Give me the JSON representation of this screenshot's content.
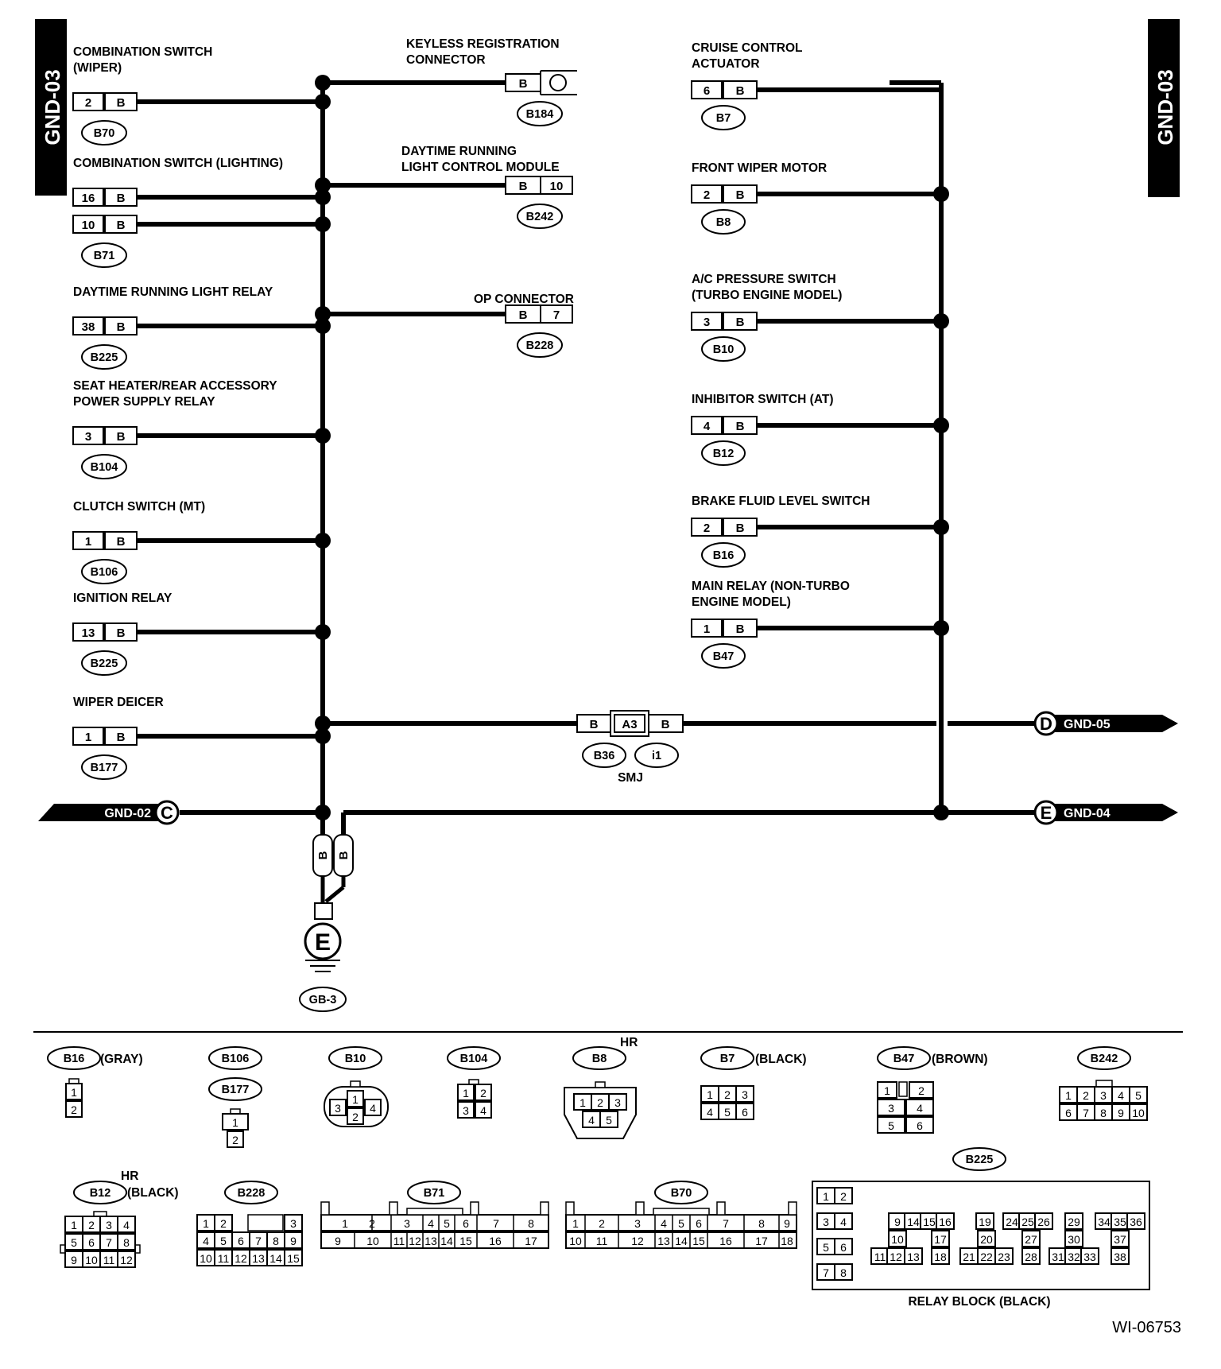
{
  "page": {
    "tab_label": "GND-03",
    "ref_code": "WI-06753"
  },
  "colors": {
    "ink": "#000000",
    "paper": "#ffffff"
  },
  "left_components": [
    {
      "label": [
        "COMBINATION SWITCH",
        "(WIPER)"
      ],
      "pins": [
        {
          "pin": "2",
          "wire": "B"
        }
      ],
      "connector": "B70"
    },
    {
      "label": [
        "COMBINATION SWITCH (LIGHTING)"
      ],
      "pins": [
        {
          "pin": "16",
          "wire": "B"
        },
        {
          "pin": "10",
          "wire": "B"
        }
      ],
      "connector": "B71"
    },
    {
      "label": [
        "DAYTIME RUNNING LIGHT RELAY"
      ],
      "pins": [
        {
          "pin": "38",
          "wire": "B"
        }
      ],
      "connector": "B225"
    },
    {
      "label": [
        "SEAT HEATER/REAR ACCESSORY",
        "POWER SUPPLY RELAY"
      ],
      "pins": [
        {
          "pin": "3",
          "wire": "B"
        }
      ],
      "connector": "B104"
    },
    {
      "label": [
        "CLUTCH SWITCH (MT)"
      ],
      "pins": [
        {
          "pin": "1",
          "wire": "B"
        }
      ],
      "connector": "B106"
    },
    {
      "label": [
        "IGNITION RELAY"
      ],
      "pins": [
        {
          "pin": "13",
          "wire": "B"
        }
      ],
      "connector": "B225"
    },
    {
      "label": [
        "WIPER DEICER"
      ],
      "pins": [
        {
          "pin": "1",
          "wire": "B"
        }
      ],
      "connector": "B177"
    }
  ],
  "mid_components": [
    {
      "label": [
        "KEYLESS REGISTRATION",
        "CONNECTOR"
      ],
      "wire": "B",
      "pin": "",
      "connector": "B184"
    },
    {
      "label": [
        "DAYTIME RUNNING",
        "LIGHT CONTROL MODULE"
      ],
      "wire": "B",
      "pin": "10",
      "connector": "B242"
    },
    {
      "label": [
        "OP CONNECTOR"
      ],
      "wire": "B",
      "pin": "7",
      "connector": "B228"
    }
  ],
  "right_components": [
    {
      "label": [
        "CRUISE CONTROL",
        "ACTUATOR"
      ],
      "pin": "6",
      "wire": "B",
      "connector": "B7"
    },
    {
      "label": [
        "FRONT WIPER MOTOR"
      ],
      "pin": "2",
      "wire": "B",
      "connector": "B8"
    },
    {
      "label": [
        "A/C PRESSURE SWITCH",
        "(TURBO ENGINE MODEL)"
      ],
      "pin": "3",
      "wire": "B",
      "connector": "B10"
    },
    {
      "label": [
        "INHIBITOR SWITCH (AT)"
      ],
      "pin": "4",
      "wire": "B",
      "connector": "B12"
    },
    {
      "label": [
        "BRAKE FLUID LEVEL SWITCH"
      ],
      "pin": "2",
      "wire": "B",
      "connector": "B16"
    },
    {
      "label": [
        "MAIN RELAY (NON-TURBO",
        "ENGINE MODEL)"
      ],
      "pin": "1",
      "wire": "B",
      "connector": "B47"
    }
  ],
  "smj": {
    "left_wire": "B",
    "pin": "A3",
    "right_wire": "B",
    "connectors": [
      "B36",
      "i1"
    ],
    "label": "SMJ"
  },
  "links": [
    {
      "text": "GND-05",
      "letter": "D"
    },
    {
      "text": "GND-02",
      "letter": "C"
    },
    {
      "text": "GND-04",
      "letter": "E"
    }
  ],
  "ground": {
    "wires": [
      "B",
      "B"
    ],
    "symbol": "E",
    "id": "GB-3"
  },
  "connector_views": {
    "B16": {
      "name": "B16",
      "note": "(GRAY)",
      "pins": [
        "1",
        "2"
      ]
    },
    "B106": {
      "names": [
        "B106",
        "B177"
      ],
      "pins": [
        "1",
        "2"
      ]
    },
    "B10": {
      "name": "B10",
      "pins": [
        "1",
        "2",
        "3",
        "4"
      ]
    },
    "B104": {
      "name": "B104",
      "pins": [
        "1",
        "2",
        "3",
        "4"
      ]
    },
    "B8": {
      "name": "B8",
      "note": "HR",
      "pins": [
        "1",
        "2",
        "3",
        "4",
        "5"
      ]
    },
    "B7": {
      "name": "B7",
      "note": "(BLACK)",
      "pins": [
        "1",
        "2",
        "3",
        "4",
        "5",
        "6"
      ]
    },
    "B47": {
      "name": "B47",
      "note": "(BROWN)",
      "pins": [
        "1",
        "2",
        "3",
        "4",
        "5",
        "6"
      ]
    },
    "B242": {
      "name": "B242",
      "pins": [
        "1",
        "2",
        "3",
        "4",
        "5",
        "6",
        "7",
        "8",
        "9",
        "10"
      ]
    },
    "B12": {
      "name": "B12",
      "note": "HR",
      "note2": "(BLACK)",
      "pins": [
        "1",
        "2",
        "3",
        "4",
        "5",
        "6",
        "7",
        "8",
        "9",
        "10",
        "11",
        "12"
      ]
    },
    "B228": {
      "name": "B228",
      "rows": [
        [
          "1",
          "2",
          "3"
        ],
        [
          "4",
          "5",
          "6",
          "7",
          "8",
          "9"
        ],
        [
          "10",
          "11",
          "12",
          "13",
          "14",
          "15"
        ]
      ]
    },
    "B71": {
      "name": "B71",
      "rows": [
        [
          "1",
          "2",
          "3",
          "4",
          "5",
          "6",
          "7",
          "8"
        ],
        [
          "9",
          "10",
          "11",
          "12",
          "13",
          "14",
          "15",
          "16",
          "17"
        ]
      ]
    },
    "B70": {
      "name": "B70",
      "rows": [
        [
          "1",
          "2",
          "3",
          "4",
          "5",
          "6",
          "7",
          "8",
          "9"
        ],
        [
          "10",
          "11",
          "12",
          "13",
          "14",
          "15",
          "16",
          "17",
          "18"
        ]
      ]
    },
    "B225": {
      "name": "B225",
      "caption": "RELAY BLOCK (BLACK)",
      "pins": [
        "1",
        "2",
        "3",
        "4",
        "5",
        "6",
        "7",
        "8",
        "9",
        "10",
        "11",
        "12",
        "13",
        "14",
        "15",
        "16",
        "17",
        "18",
        "19",
        "20",
        "21",
        "22",
        "23",
        "24",
        "25",
        "26",
        "27",
        "28",
        "29",
        "30",
        "31",
        "32",
        "33",
        "34",
        "35",
        "36",
        "37",
        "38"
      ]
    }
  }
}
